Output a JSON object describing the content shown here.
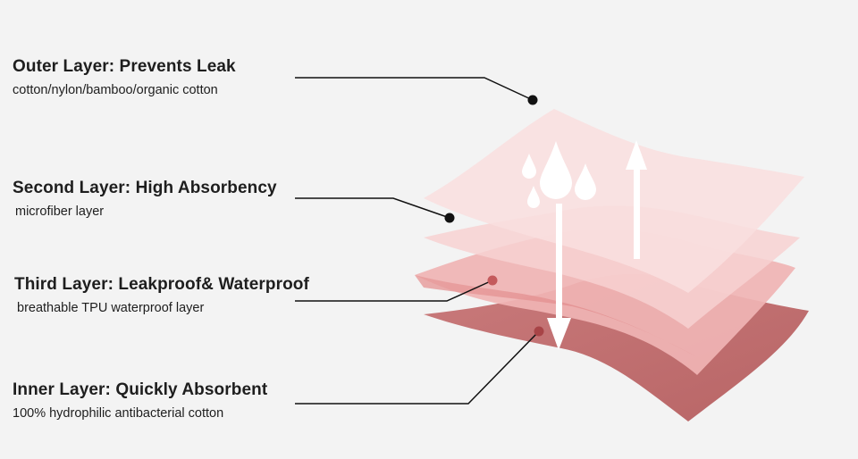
{
  "layers": [
    {
      "title": "Outer Layer: Prevents Leak",
      "description": "cotton/nylon/bamboo/organic cotton"
    },
    {
      "title": "Second Layer: High Absorbency",
      "description": "microfiber layer"
    },
    {
      "title": "Third Layer: Leakproof& Waterproof",
      "description": "breathable TPU waterproof layer"
    },
    {
      "title": "Inner Layer: Quickly Absorbent",
      "description": "100% hydrophilic antibacterial cotton"
    }
  ],
  "colors": {
    "background": "#f3f3f3",
    "outer_layer": "#f9dcdc",
    "second_layer": "#f6cfd0",
    "third_layer": "#eaa3a3",
    "inner_layer": "#c46f70",
    "leader_line": "#111111",
    "arrow": "#ffffff"
  }
}
